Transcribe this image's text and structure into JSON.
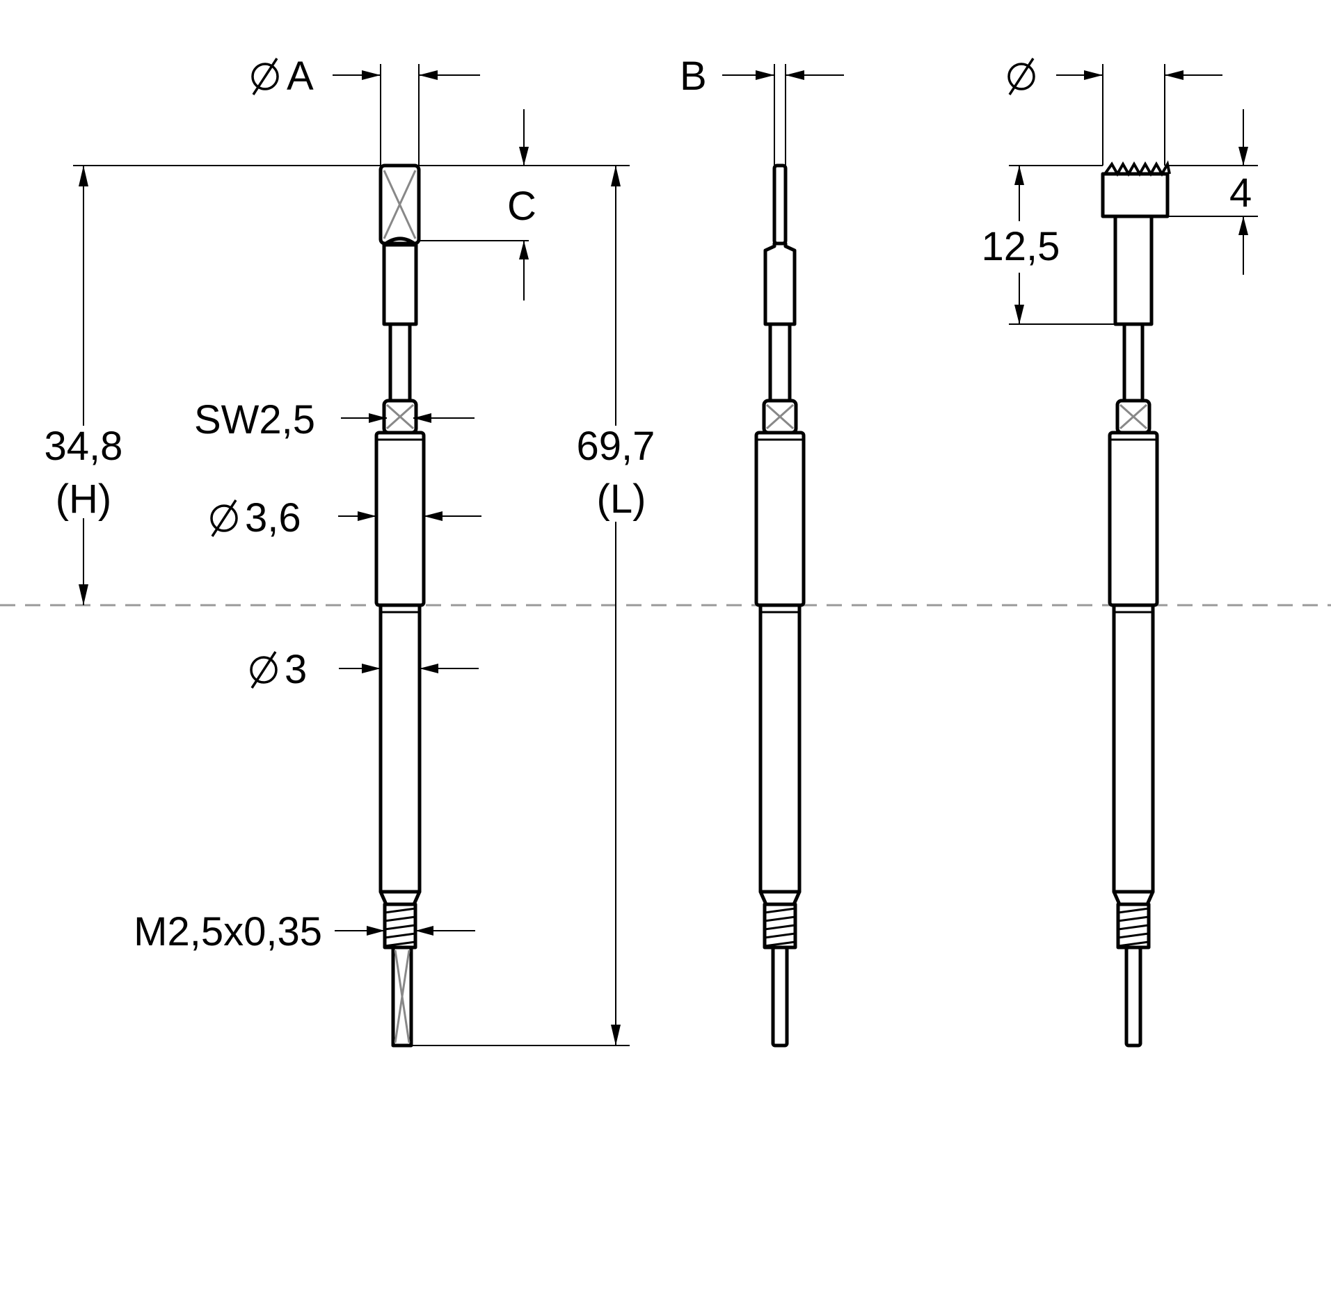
{
  "labels": {
    "dia_a": "A",
    "b": "B",
    "dia": "",
    "c": "C",
    "four": "4",
    "twelve_five": "12,5",
    "h_value": "34,8",
    "h_name": "(H)",
    "l_value": "69,7",
    "l_name": "(L)",
    "sw": "SW2,5",
    "dia36": "3,6",
    "dia3": "3",
    "thread": "M2,5x0,35"
  },
  "symbols": {
    "diameter": "diameter-symbol"
  },
  "colors": {
    "line": "#000000",
    "center_axis": "#999999",
    "cross_hatch": "#888888"
  }
}
